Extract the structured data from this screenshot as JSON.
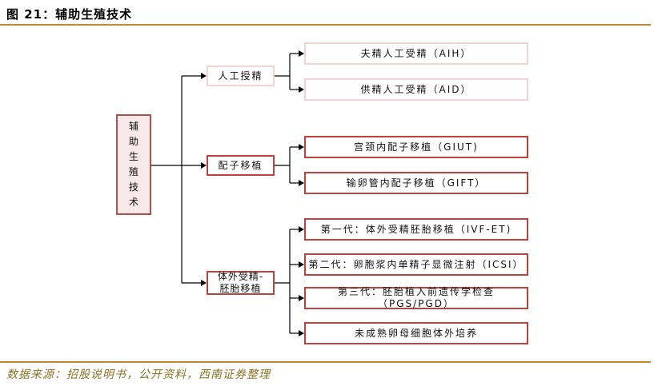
{
  "header": {
    "title": "图 21：辅助生殖技术"
  },
  "footer": {
    "source": "数据来源：招股说明书，公开资料，西南证券整理"
  },
  "colors": {
    "accent_gold": "#BE8A2D",
    "source_text_gold": "#8A7224",
    "root_border": "#AE514B",
    "root_fill": "#F7E9E7",
    "light_pink_border": "#F2D5D0",
    "red_border": "#BE423C",
    "connector_black": "#000000"
  },
  "tree": {
    "root": {
      "label": "辅助生殖技术"
    },
    "branches": [
      {
        "label": "人工授精",
        "children": [
          {
            "label": "夫精人工受精（AIH）"
          },
          {
            "label": "供精人工受精（AID）"
          }
        ]
      },
      {
        "label": "配子移植",
        "children": [
          {
            "label": "宫颈内配子移植（GIUT)"
          },
          {
            "label": "输卵管内配子移植（GIFT）"
          }
        ]
      },
      {
        "label": "体外受精-胚胎移植",
        "label_lines": [
          "体外受精-",
          "胚胎移植"
        ],
        "children": [
          {
            "label": "第一代：体外受精胚胎移植（IVF-ET)"
          },
          {
            "label": "第二代：卵胞浆内单精子显微注射（ICSI）"
          },
          {
            "label": "第三代：胚胎植入前遗传学检查（PGS/PGD）"
          },
          {
            "label": "未成熟卵母细胞体外培养"
          }
        ]
      }
    ]
  }
}
